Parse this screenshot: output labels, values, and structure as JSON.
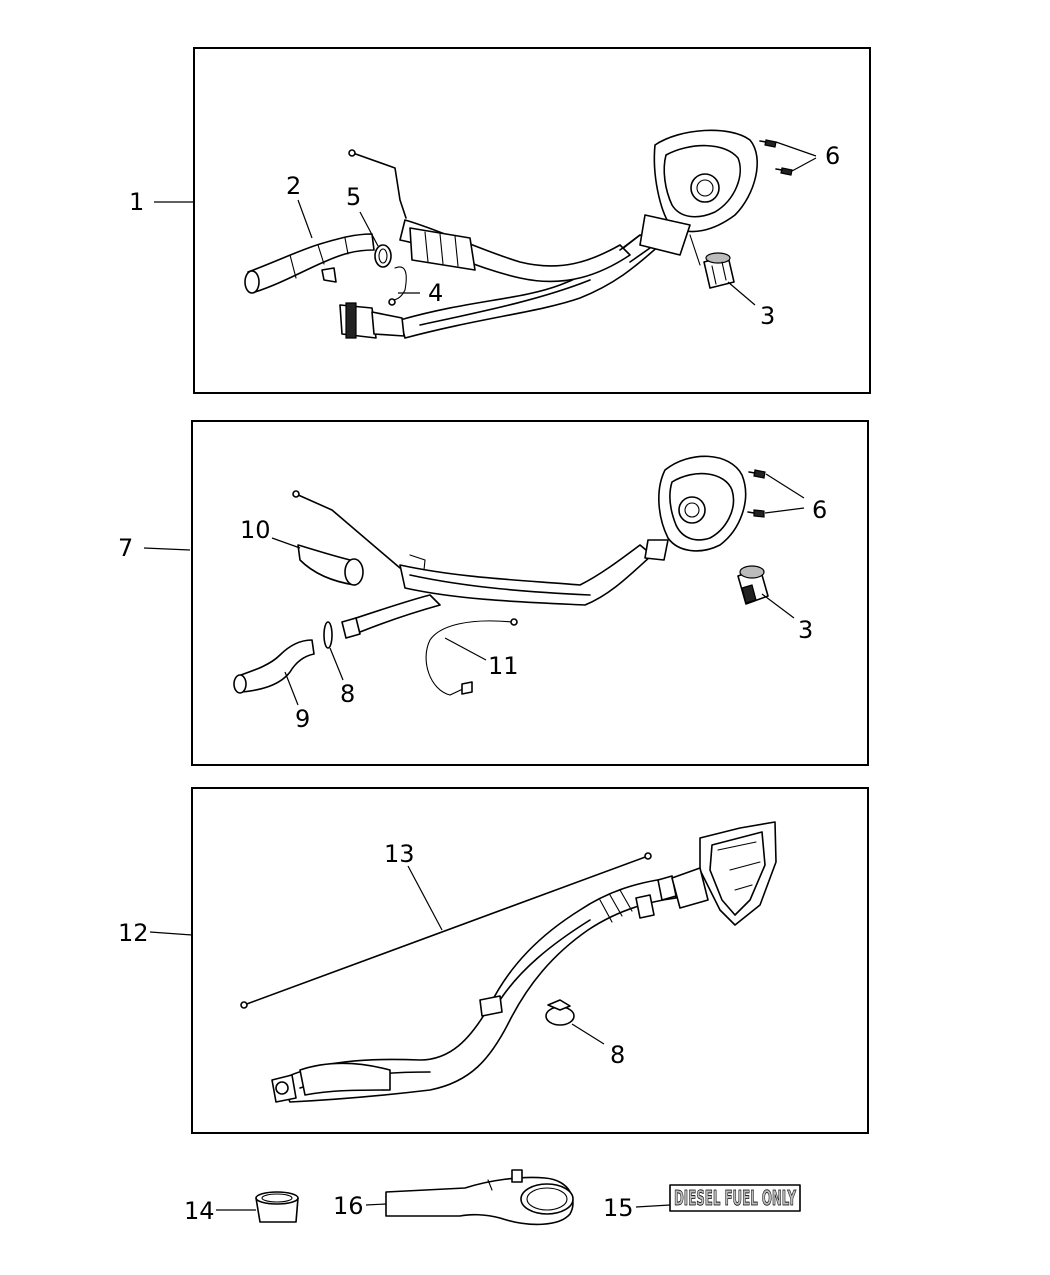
{
  "callouts": {
    "c1": "1",
    "c2": "2",
    "c3a": "3",
    "c4": "4",
    "c5": "5",
    "c6a": "6",
    "c7": "7",
    "c10": "10",
    "c6b": "6",
    "c3b": "3",
    "c11": "11",
    "c8a": "8",
    "c9": "9",
    "c12": "12",
    "c13": "13",
    "c8b": "8",
    "c14": "14",
    "c16": "16",
    "c15": "15"
  },
  "decal_text": "DIESEL FUEL ONLY"
}
